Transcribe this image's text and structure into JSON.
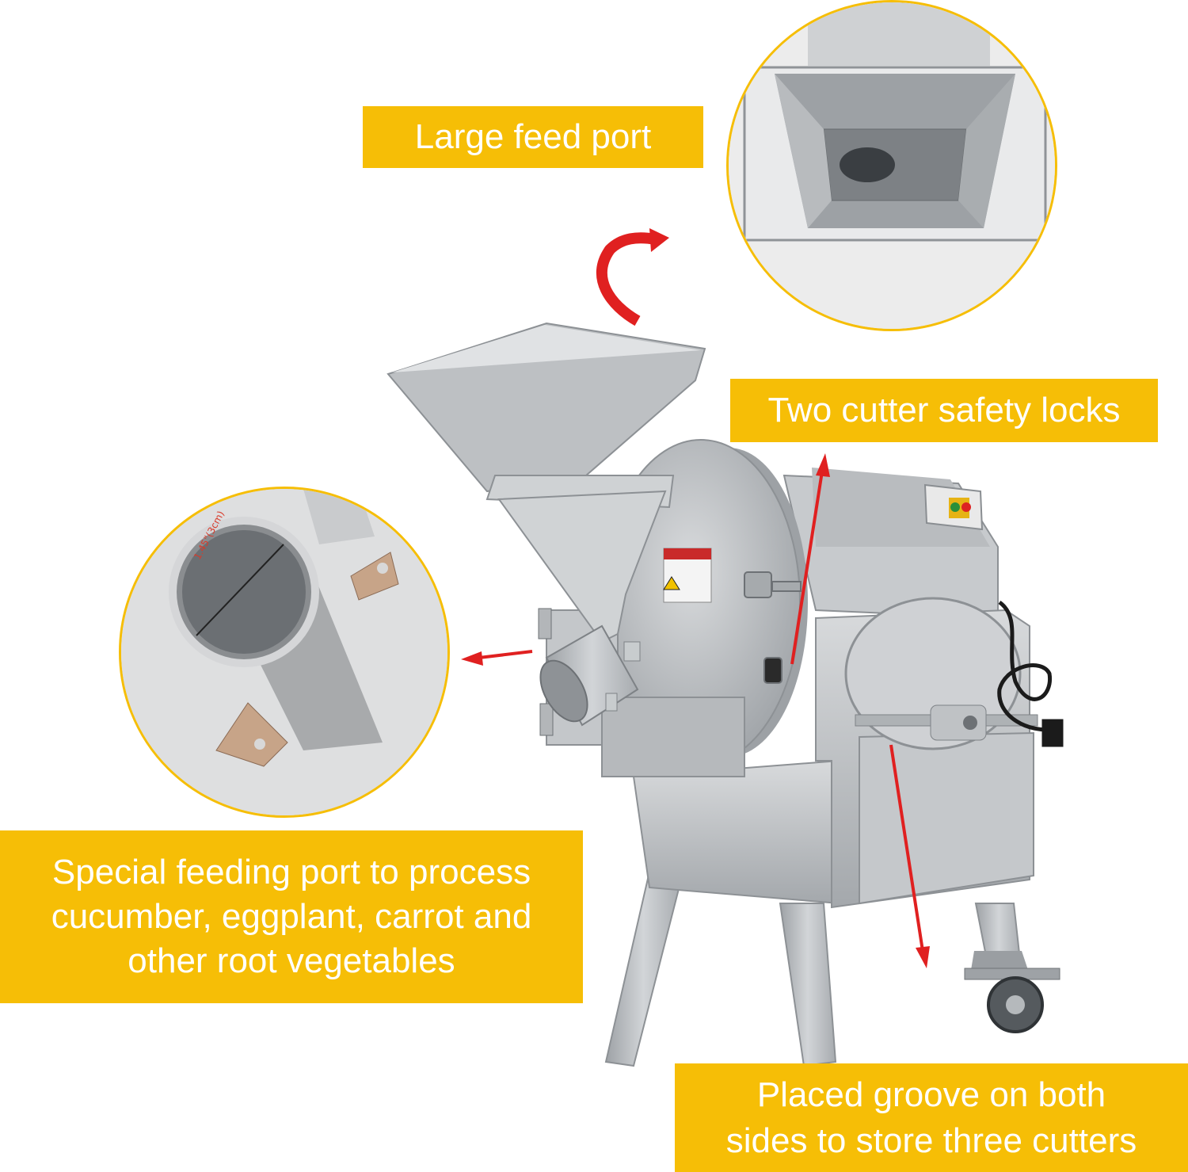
{
  "labels": {
    "large_feed_port": "Large feed port",
    "safety_locks": "Two cutter safety locks",
    "special_port": {
      "line1": "Special feeding port to process",
      "line2": "cucumber, eggplant, carrot and",
      "line3": "other root vegetables"
    },
    "groove": {
      "line1": "Placed groove on both",
      "line2": "sides to store three cutters"
    }
  },
  "tube_measurement": "1.45\"(3cm)",
  "colors": {
    "label_bg": "#F6BE06",
    "label_text": "#ffffff",
    "arrow": "#e02020",
    "steel": "#b9bcbf"
  },
  "icons": {
    "rotate_arrow": "curved-arrow-icon",
    "pointer_arrows": "arrow-icon"
  }
}
